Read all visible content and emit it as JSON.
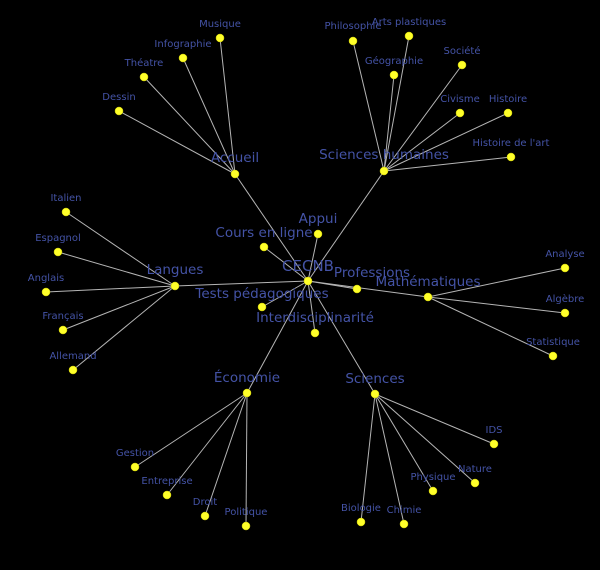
{
  "graph": {
    "colors": {
      "background": "#000000",
      "label": "#4453a6",
      "node": "#ffff2a",
      "edge": "#b5b5b5"
    },
    "root": "CECNB",
    "nodes": [
      {
        "id": "CECNB",
        "label": "CECNB",
        "level": "root"
      },
      {
        "id": "Accueil",
        "label": "Accueil",
        "level": "hub"
      },
      {
        "id": "Sciences humaines",
        "label": "Sciences humaines",
        "level": "hub"
      },
      {
        "id": "Langues",
        "label": "Langues",
        "level": "hub"
      },
      {
        "id": "Mathématiques",
        "label": "Mathématiques",
        "level": "hub"
      },
      {
        "id": "Économie",
        "label": "Économie",
        "level": "hub"
      },
      {
        "id": "Sciences",
        "label": "Sciences",
        "level": "hub"
      },
      {
        "id": "Cours en ligne",
        "label": "Cours en ligne",
        "level": "hub"
      },
      {
        "id": "Appui",
        "label": "Appui",
        "level": "hub"
      },
      {
        "id": "Professions",
        "label": "Professions",
        "level": "hub"
      },
      {
        "id": "Tests pédagogiques",
        "label": "Tests pédagogiques",
        "level": "hub"
      },
      {
        "id": "Interdisciplinarité",
        "label": "Interdisciplinarité",
        "level": "hub"
      },
      {
        "id": "Musique",
        "label": "Musique",
        "level": "leaf"
      },
      {
        "id": "Infographie",
        "label": "Infographie",
        "level": "leaf"
      },
      {
        "id": "Théatre",
        "label": "Théatre",
        "level": "leaf"
      },
      {
        "id": "Dessin",
        "label": "Dessin",
        "level": "leaf"
      },
      {
        "id": "Philosophie",
        "label": "Philosophie",
        "level": "leaf"
      },
      {
        "id": "Arts plastiques",
        "label": "Arts plastiques",
        "level": "leaf"
      },
      {
        "id": "Géographie",
        "label": "Géographie",
        "level": "leaf"
      },
      {
        "id": "Société",
        "label": "Société",
        "level": "leaf"
      },
      {
        "id": "Civisme",
        "label": "Civisme",
        "level": "leaf"
      },
      {
        "id": "Histoire",
        "label": "Histoire",
        "level": "leaf"
      },
      {
        "id": "Histoire de l'art",
        "label": "Histoire de l'art",
        "level": "leaf"
      },
      {
        "id": "Italien",
        "label": "Italien",
        "level": "leaf"
      },
      {
        "id": "Espagnol",
        "label": "Espagnol",
        "level": "leaf"
      },
      {
        "id": "Anglais",
        "label": "Anglais",
        "level": "leaf"
      },
      {
        "id": "Français",
        "label": "Français",
        "level": "leaf"
      },
      {
        "id": "Allemand",
        "label": "Allemand",
        "level": "leaf"
      },
      {
        "id": "Analyse",
        "label": "Analyse",
        "level": "leaf"
      },
      {
        "id": "Algèbre",
        "label": "Algèbre",
        "level": "leaf"
      },
      {
        "id": "Statistique",
        "label": "Statistique",
        "level": "leaf"
      },
      {
        "id": "Gestion",
        "label": "Gestion",
        "level": "leaf"
      },
      {
        "id": "Entreprise",
        "label": "Entreprise",
        "level": "leaf"
      },
      {
        "id": "Droit",
        "label": "Droit",
        "level": "leaf"
      },
      {
        "id": "Politique",
        "label": "Politique",
        "level": "leaf"
      },
      {
        "id": "IDS",
        "label": "IDS",
        "level": "leaf"
      },
      {
        "id": "Nature",
        "label": "Nature",
        "level": "leaf"
      },
      {
        "id": "Physique",
        "label": "Physique",
        "level": "leaf"
      },
      {
        "id": "Biologie",
        "label": "Biologie",
        "level": "leaf"
      },
      {
        "id": "Chimie",
        "label": "Chimie",
        "level": "leaf"
      }
    ],
    "edges": [
      [
        "CECNB",
        "Accueil"
      ],
      [
        "CECNB",
        "Sciences humaines"
      ],
      [
        "CECNB",
        "Langues"
      ],
      [
        "CECNB",
        "Mathématiques"
      ],
      [
        "CECNB",
        "Économie"
      ],
      [
        "CECNB",
        "Sciences"
      ],
      [
        "CECNB",
        "Cours en ligne"
      ],
      [
        "CECNB",
        "Appui"
      ],
      [
        "CECNB",
        "Professions"
      ],
      [
        "CECNB",
        "Tests pédagogiques"
      ],
      [
        "CECNB",
        "Interdisciplinarité"
      ],
      [
        "Accueil",
        "Musique"
      ],
      [
        "Accueil",
        "Infographie"
      ],
      [
        "Accueil",
        "Théatre"
      ],
      [
        "Accueil",
        "Dessin"
      ],
      [
        "Sciences humaines",
        "Philosophie"
      ],
      [
        "Sciences humaines",
        "Arts plastiques"
      ],
      [
        "Sciences humaines",
        "Géographie"
      ],
      [
        "Sciences humaines",
        "Société"
      ],
      [
        "Sciences humaines",
        "Civisme"
      ],
      [
        "Sciences humaines",
        "Histoire"
      ],
      [
        "Sciences humaines",
        "Histoire de l'art"
      ],
      [
        "Langues",
        "Italien"
      ],
      [
        "Langues",
        "Espagnol"
      ],
      [
        "Langues",
        "Anglais"
      ],
      [
        "Langues",
        "Français"
      ],
      [
        "Langues",
        "Allemand"
      ],
      [
        "Mathématiques",
        "Analyse"
      ],
      [
        "Mathématiques",
        "Algèbre"
      ],
      [
        "Mathématiques",
        "Statistique"
      ],
      [
        "Économie",
        "Gestion"
      ],
      [
        "Économie",
        "Entreprise"
      ],
      [
        "Économie",
        "Droit"
      ],
      [
        "Économie",
        "Politique"
      ],
      [
        "Sciences",
        "IDS"
      ],
      [
        "Sciences",
        "Nature"
      ],
      [
        "Sciences",
        "Physique"
      ],
      [
        "Sciences",
        "Biologie"
      ],
      [
        "Sciences",
        "Chimie"
      ]
    ]
  }
}
